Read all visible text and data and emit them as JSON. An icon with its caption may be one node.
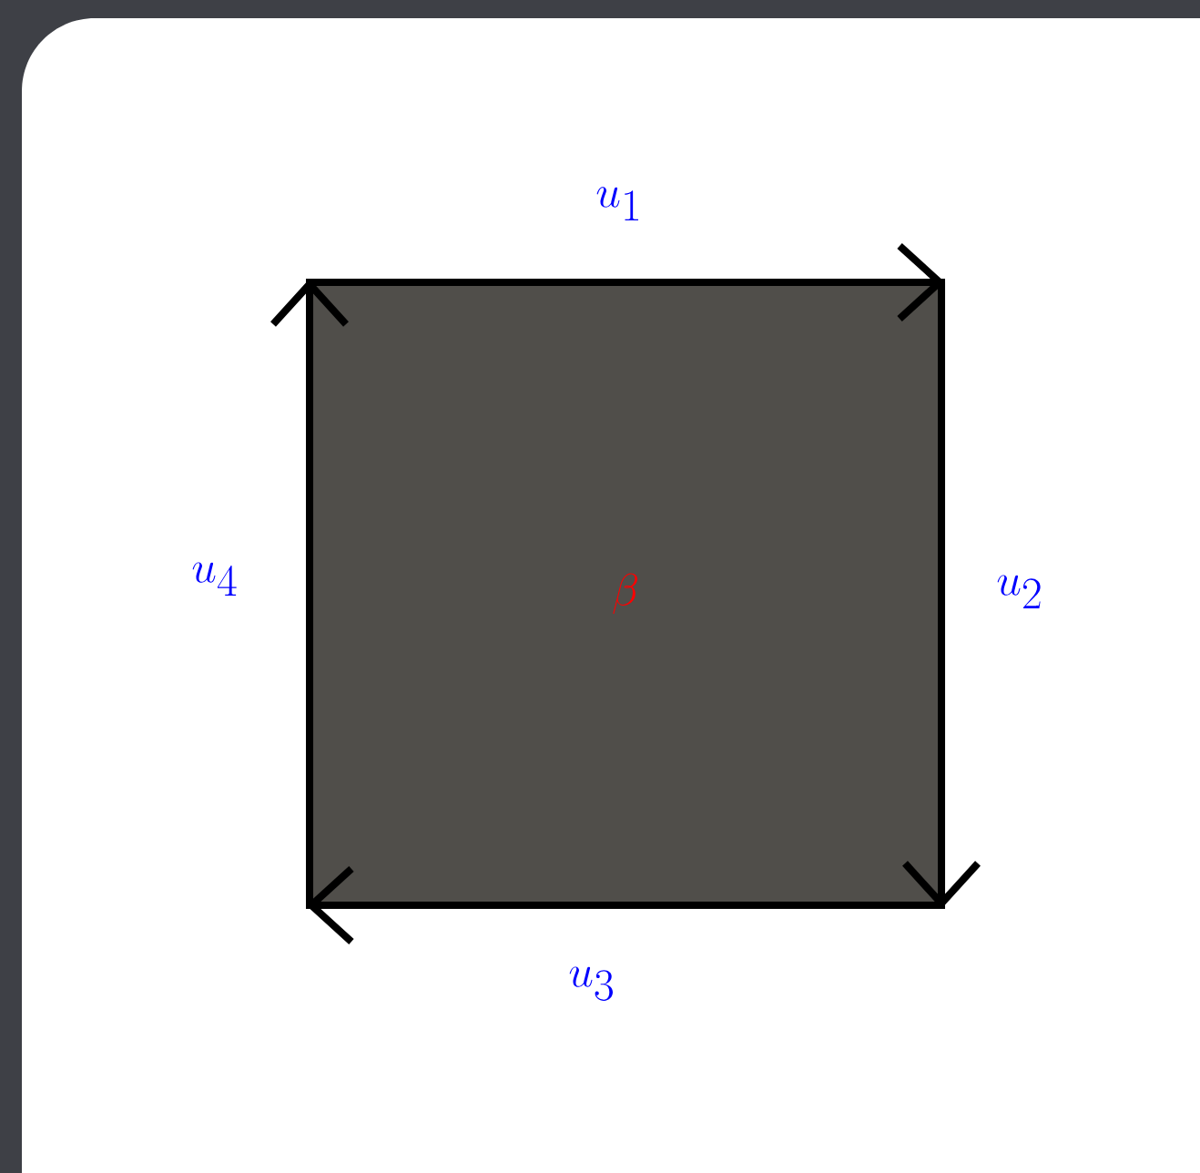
{
  "diagram": {
    "nodes": [
      {
        "text": [
          "\\beta"
        ]
      }
    ],
    "labels": [
      "u_1",
      "u_2",
      "u_3",
      "u_4"
    ]
  }
}
